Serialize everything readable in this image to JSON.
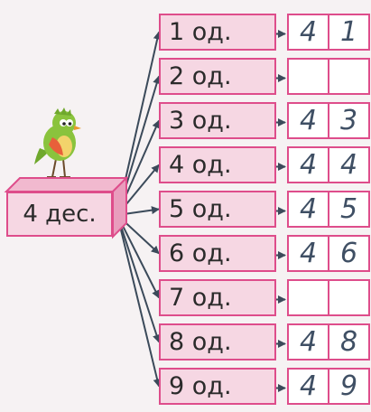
{
  "tens_label": "4 дес.",
  "rows": [
    {
      "label": "1 од.",
      "tens_digit": "4",
      "units_digit": "1"
    },
    {
      "label": "2 од.",
      "tens_digit": "",
      "units_digit": ""
    },
    {
      "label": "3 од.",
      "tens_digit": "4",
      "units_digit": "3"
    },
    {
      "label": "4 од.",
      "tens_digit": "4",
      "units_digit": "4"
    },
    {
      "label": "5 од.",
      "tens_digit": "4",
      "units_digit": "5"
    },
    {
      "label": "6 од.",
      "tens_digit": "4",
      "units_digit": "6"
    },
    {
      "label": "7 од.",
      "tens_digit": "",
      "units_digit": ""
    },
    {
      "label": "8 од.",
      "tens_digit": "4",
      "units_digit": "8"
    },
    {
      "label": "9 од.",
      "tens_digit": "4",
      "units_digit": "9"
    }
  ],
  "colors": {
    "box_border": "#de4d8b",
    "box_fill": "#f6d7e3",
    "arrow": "#3b4a5a",
    "handwriting": "#3f4f64",
    "bird_body": "#8ac33d",
    "bird_wing": "#e8603a"
  },
  "icons": {
    "bird": "bird-icon"
  }
}
